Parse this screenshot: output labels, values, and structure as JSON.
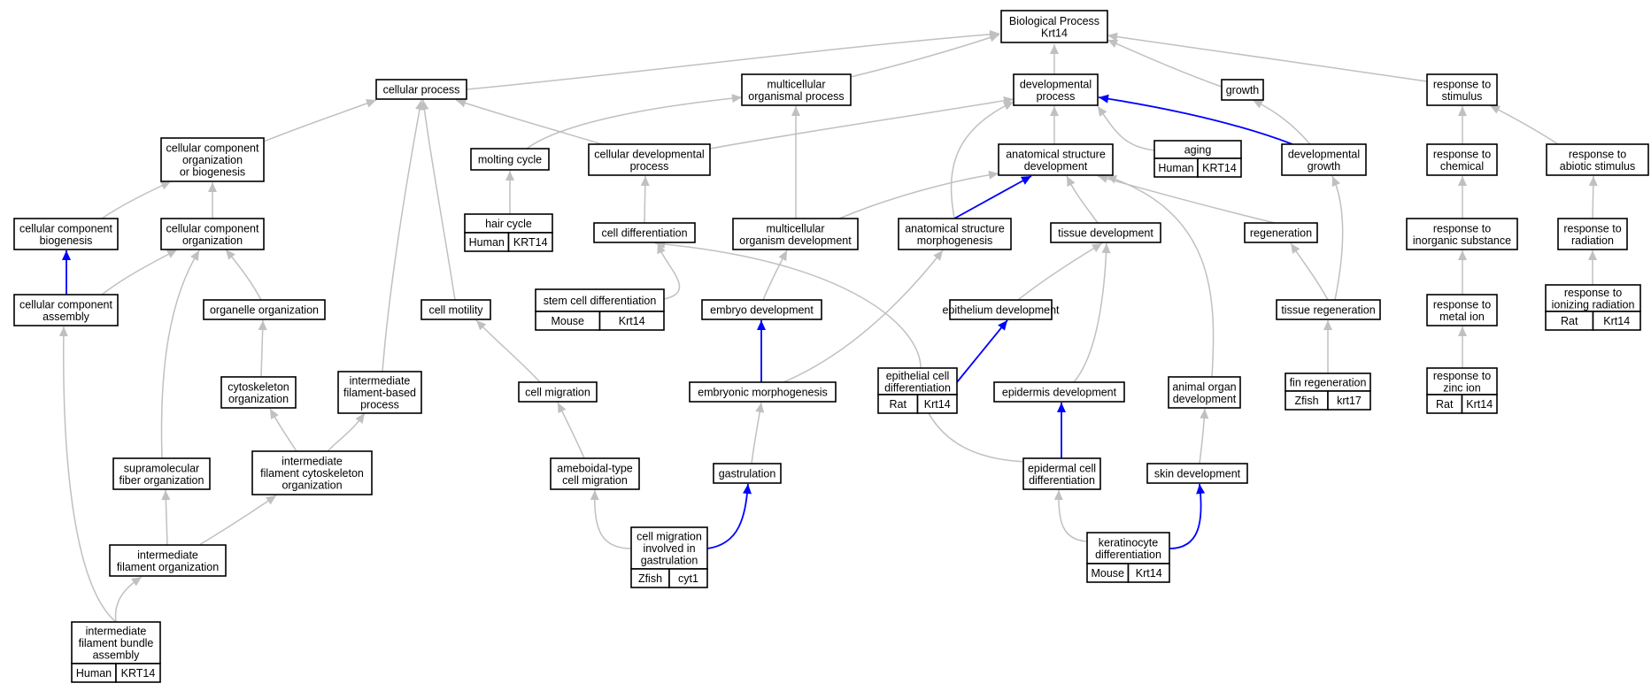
{
  "colors": {
    "human": "#f26446",
    "mouse": "#add8e6",
    "rat": "#ffd700",
    "zfish": "#6495ed",
    "edge_default": "#c0c0c0",
    "edge_highlight": "#0000ff"
  },
  "nodes": {
    "bp": [
      "Biological Process",
      "Krt14"
    ],
    "cellular_process": [
      "cellular process"
    ],
    "multicellular_organismal_process": [
      "multicellular",
      "organismal process"
    ],
    "developmental_process": [
      "developmental",
      "process"
    ],
    "growth": [
      "growth"
    ],
    "response_to_stimulus": [
      "response to",
      "stimulus"
    ],
    "cellular_component_org_or_bio": [
      "cellular component",
      "organization",
      "or biogenesis"
    ],
    "molting_cycle": [
      "molting cycle"
    ],
    "cellular_developmental_process": [
      "cellular developmental",
      "process"
    ],
    "anatomical_structure_development": [
      "anatomical structure",
      "development"
    ],
    "aging": [
      "aging"
    ],
    "developmental_growth": [
      "developmental",
      "growth"
    ],
    "response_to_chemical": [
      "response to",
      "chemical"
    ],
    "response_to_abiotic_stimulus": [
      "response to",
      "abiotic stimulus"
    ],
    "cellular_component_biogenesis": [
      "cellular component",
      "biogenesis"
    ],
    "cellular_component_organization": [
      "cellular component",
      "organization"
    ],
    "hair_cycle": [
      "hair cycle"
    ],
    "cell_differentiation": [
      "cell differentiation"
    ],
    "multicellular_organism_development": [
      "multicellular",
      "organism development"
    ],
    "anatomical_structure_morphogenesis": [
      "anatomical structure",
      "morphogenesis"
    ],
    "tissue_development": [
      "tissue development"
    ],
    "regeneration": [
      "regeneration"
    ],
    "response_to_inorganic_substance": [
      "response to",
      "inorganic substance"
    ],
    "response_to_radiation": [
      "response to",
      "radiation"
    ],
    "cellular_component_assembly": [
      "cellular component",
      "assembly"
    ],
    "organelle_organization": [
      "organelle organization"
    ],
    "cell_motility": [
      "cell motility"
    ],
    "stem_cell_differentiation": [
      "stem cell differentiation"
    ],
    "embryo_development": [
      "embryo development"
    ],
    "epithelium_development": [
      "epithelium development"
    ],
    "tissue_regeneration": [
      "tissue regeneration"
    ],
    "response_to_metal_ion": [
      "response to",
      "metal ion"
    ],
    "response_to_ionizing_radiation": [
      "response to",
      "ionizing radiation"
    ],
    "cytoskeleton_organization": [
      "cytoskeleton",
      "organization"
    ],
    "intermediate_filament_based_process": [
      "intermediate",
      "filament-based",
      "process"
    ],
    "cell_migration": [
      "cell migration"
    ],
    "embryonic_morphogenesis": [
      "embryonic morphogenesis"
    ],
    "epithelial_cell_differentiation": [
      "epithelial cell",
      "differentiation"
    ],
    "epidermis_development": [
      "epidermis development"
    ],
    "animal_organ_development": [
      "animal organ",
      "development"
    ],
    "fin_regeneration": [
      "fin regeneration"
    ],
    "response_to_zinc_ion": [
      "response to",
      "zinc ion"
    ],
    "supramolecular_fiber_organization": [
      "supramolecular",
      "fiber organization"
    ],
    "if_cytoskeleton_organization": [
      "intermediate",
      "filament cytoskeleton",
      "organization"
    ],
    "ameboidal_type_cell_migration": [
      "ameboidal-type",
      "cell migration"
    ],
    "gastrulation": [
      "gastrulation"
    ],
    "epidermal_cell_differentiation": [
      "epidermal cell",
      "differentiation"
    ],
    "skin_development": [
      "skin development"
    ],
    "intermediate_filament_organization": [
      "intermediate",
      "filament organization"
    ],
    "cell_migration_in_gastrulation": [
      "cell migration",
      "involved in",
      "gastrulation"
    ],
    "keratinocyte_differentiation": [
      "keratinocyte",
      "differentiation"
    ],
    "if_bundle_assembly": [
      "intermediate",
      "filament bundle",
      "assembly"
    ]
  },
  "annotations": {
    "aging": [
      "Human",
      "KRT14"
    ],
    "hair_cycle": [
      "Human",
      "KRT14"
    ],
    "stem_cell_differentiation": [
      "Mouse",
      "Krt14"
    ],
    "response_to_ionizing_radiation": [
      "Rat",
      "Krt14"
    ],
    "epithelial_cell_differentiation": [
      "Rat",
      "Krt14"
    ],
    "fin_regeneration": [
      "Zfish",
      "krt17"
    ],
    "response_to_zinc_ion": [
      "Rat",
      "Krt14"
    ],
    "cell_migration_in_gastrulation": [
      "Zfish",
      "cyt1"
    ],
    "keratinocyte_differentiation": [
      "Mouse",
      "Krt14"
    ],
    "if_bundle_assembly": [
      "Human",
      "KRT14"
    ]
  }
}
